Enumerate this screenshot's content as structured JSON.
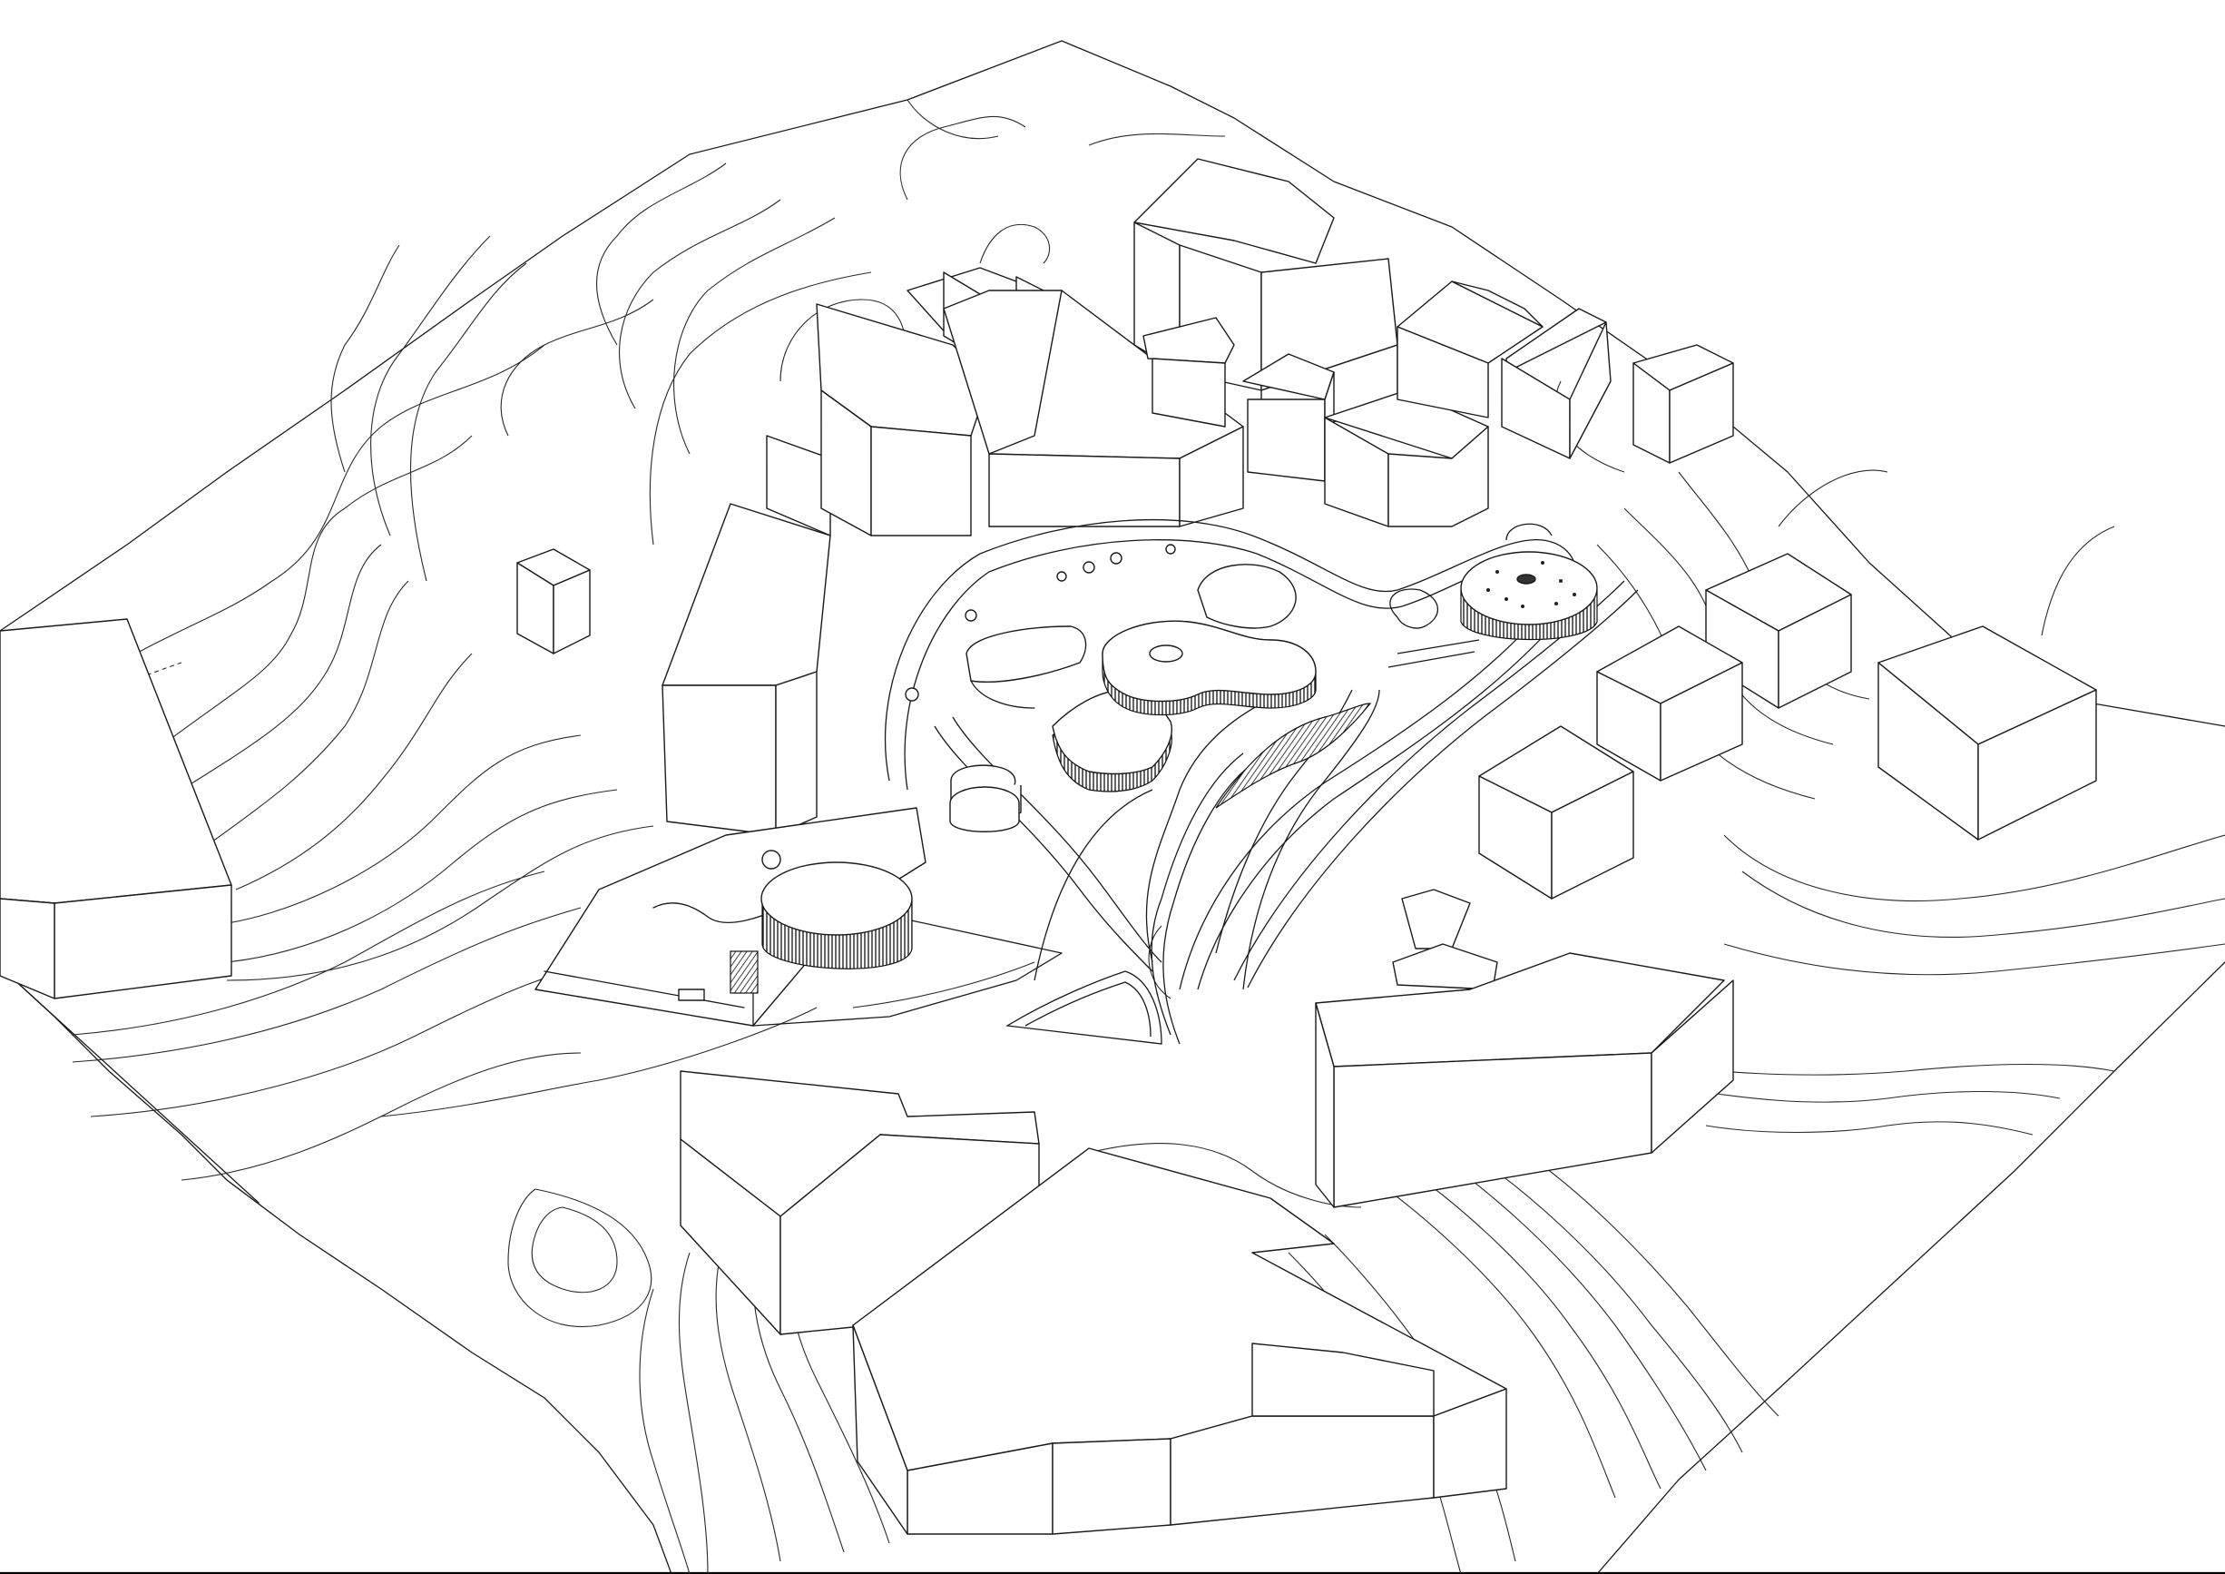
{
  "drawing": {
    "kind": "axonometric site plan",
    "line_color": "#1a1a1a",
    "background": "#ffffff",
    "elements": [
      "terrain-parcel",
      "contour-lines",
      "surrounding-buildings",
      "central-campus-pavilions",
      "circular-drum-buildings",
      "curving-pathways",
      "sports-ground"
    ]
  }
}
